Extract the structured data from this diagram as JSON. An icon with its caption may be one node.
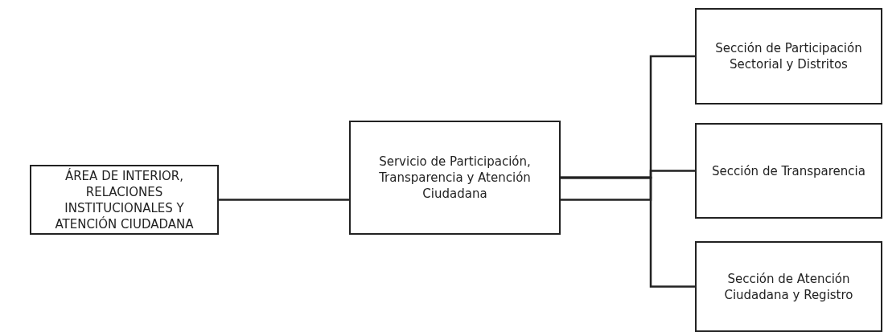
{
  "diagram": {
    "nodes": [
      {
        "text": [
          "ÁREA DE INTERIOR, RELACIONES INSTITUCIONALES Y ATENCIÓN CIUDADANA"
        ]
      },
      {
        "text": [
          "Servicio de Participación, Transparencia y Atención Ciudadana"
        ]
      },
      {
        "text": [
          "Sección de Participación Sectorial y Distritos"
        ]
      },
      {
        "text": [
          "Sección de Transparencia"
        ]
      },
      {
        "text": [
          "Sección de Atención Ciudadana y Registro"
        ]
      }
    ],
    "edges": [
      {
        "from": 0,
        "to": 1,
        "arrow": "none"
      },
      {
        "from": 1,
        "to": 2,
        "arrow": "none"
      },
      {
        "from": 1,
        "to": 3,
        "arrow": "none"
      },
      {
        "from": 1,
        "to": 4,
        "arrow": "none"
      }
    ]
  }
}
